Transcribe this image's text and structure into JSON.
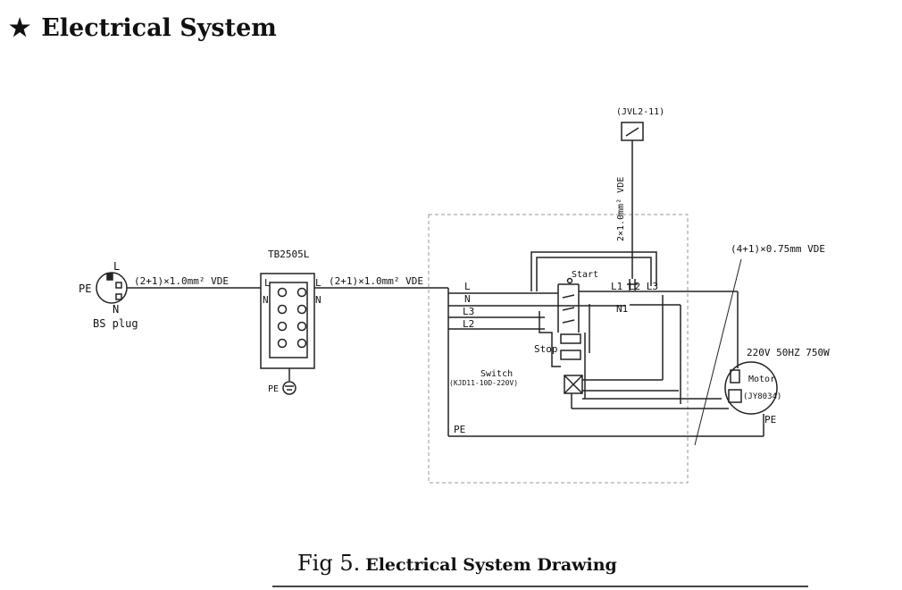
{
  "page": {
    "star": "★",
    "title": "Electrical System",
    "caption_fig": "Fig 5.",
    "caption_title": "Electrical System Drawing"
  },
  "plug": {
    "name": "BS plug",
    "pe": "PE",
    "l": "L",
    "n": "N",
    "cable": "(2+1)×1.0mm² VDE"
  },
  "terminal_block": {
    "name": "TB2505L",
    "l": "L",
    "n": "N",
    "pe": "PE",
    "cable_out": "(2+1)×1.0mm² VDE"
  },
  "limit_switch": {
    "name": "(JVL2-11)",
    "cable": "2×1.0mm² VDE"
  },
  "control_box": {
    "line_labels": [
      "L",
      "N",
      "L3",
      "L2",
      "PE"
    ],
    "terminals": "L1 L2 L3",
    "n1": "N1",
    "start": "Start",
    "stop": "Stop",
    "switch": "Switch",
    "switch_model": "(KJD11-10D-220V)"
  },
  "motor": {
    "cable": "(4+1)×0.75mm VDE",
    "rating": "220V 50HZ 750W",
    "label": "Motor",
    "capacitor": "(JY8034)",
    "pe": "PE"
  }
}
